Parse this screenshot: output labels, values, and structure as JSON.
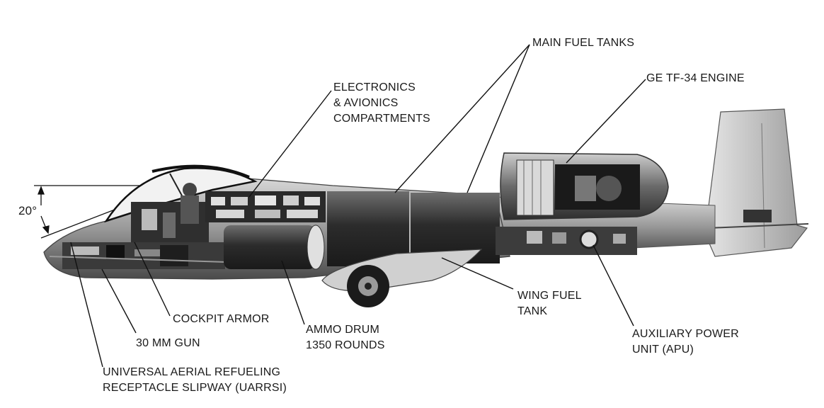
{
  "labels": {
    "main_fuel_tanks": "MAIN FUEL TANKS",
    "ge_engine": "GE TF-34 ENGINE",
    "electronics_l1": "ELECTRONICS",
    "electronics_l2": "& AVIONICS",
    "electronics_l3": "COMPARTMENTS",
    "angle": "20°",
    "cockpit_armor": "COCKPIT ARMOR",
    "gun": "30 MM GUN",
    "uarrsi_l1": "UNIVERSAL AERIAL REFUELING",
    "uarrsi_l2": "RECEPTACLE SLIPWAY (UARRSI)",
    "ammo_l1": "AMMO DRUM",
    "ammo_l2": "1350 ROUNDS",
    "wing_tank_l1": "WING FUEL",
    "wing_tank_l2": "TANK",
    "apu_l1": "AUXILIARY POWER",
    "apu_l2": "UNIT (APU)"
  }
}
